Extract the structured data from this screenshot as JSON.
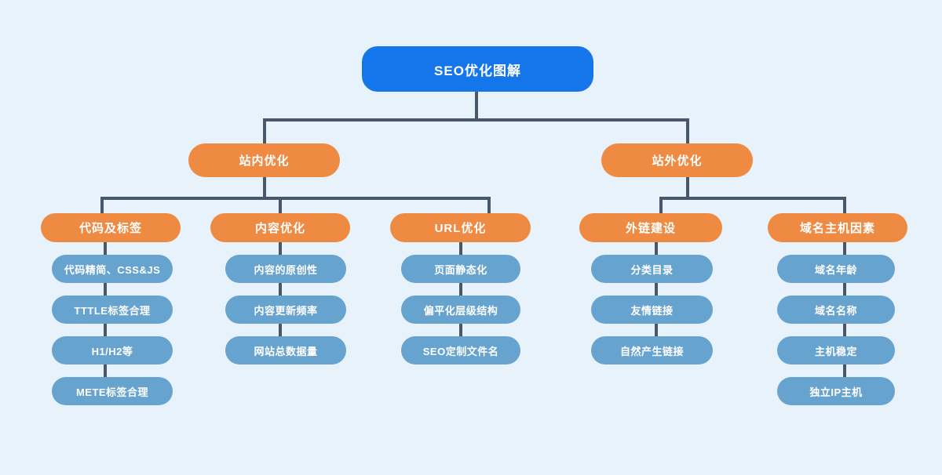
{
  "title": "SEO优化图解",
  "colors": {
    "background": "#e8f2fb",
    "root_fill": "#1476ea",
    "category_fill": "#ef8a42",
    "leaf_fill": "#67a3cf",
    "connector_line": "#47586b",
    "text": "#ffffff"
  },
  "root": {
    "label": "SEO优化图解"
  },
  "branches": [
    {
      "label": "站内优化",
      "groups": [
        {
          "label": "代码及标签",
          "items": [
            "代码精简、CSS&JS",
            "TTTLE标签合理",
            "H1/H2等",
            "METE标签合理"
          ]
        },
        {
          "label": "内容优化",
          "items": [
            "内容的原创性",
            "内容更新频率",
            "网站总数据量"
          ]
        },
        {
          "label": "URL优化",
          "items": [
            "页面静态化",
            "偏平化层级结构",
            "SEO定制文件名"
          ]
        }
      ]
    },
    {
      "label": "站外优化",
      "groups": [
        {
          "label": "外链建设",
          "items": [
            "分类目录",
            "友情链接",
            "自然产生链接"
          ]
        },
        {
          "label": "域名主机因素",
          "items": [
            "域名年龄",
            "域名名称",
            "主机稳定",
            "独立IP主机"
          ]
        }
      ]
    }
  ]
}
